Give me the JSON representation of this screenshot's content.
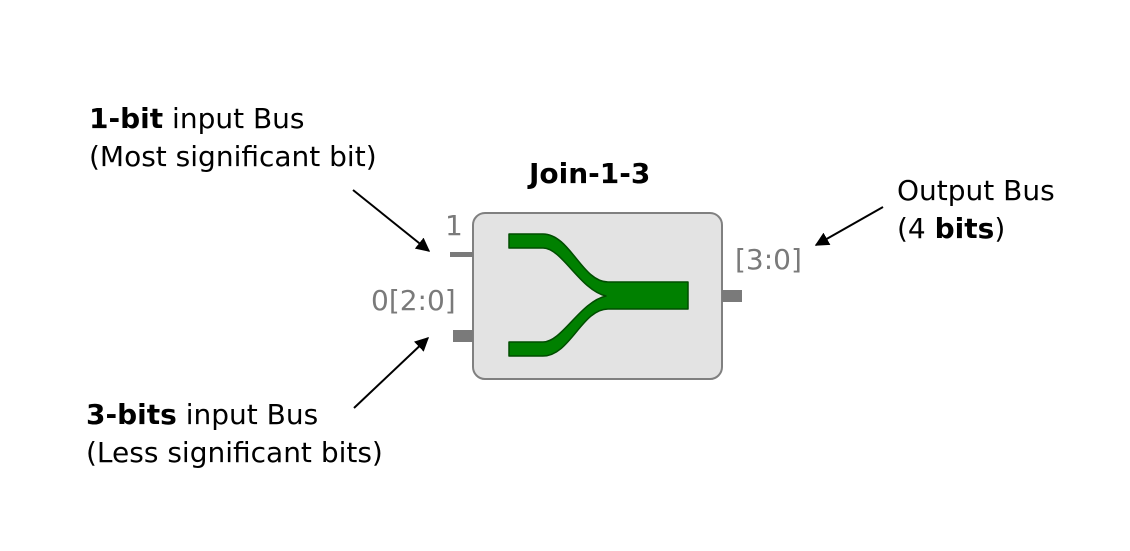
{
  "block": {
    "title": "Join-1-3",
    "port_msb": "1",
    "port_lsb": "0[2:0]",
    "port_out": "[3:0]"
  },
  "annotations": {
    "msb": {
      "line1_bold": "1-bit",
      "line1_rest": " input Bus",
      "line2": "(Most significant bit)"
    },
    "lsb": {
      "line1_bold": "3-bits",
      "line1_rest": " input Bus",
      "line2": "(Less significant bits)"
    },
    "out": {
      "line1": "Output Bus",
      "line2_pre": "(4 ",
      "line2_bold": "bits",
      "line2_post": ")"
    }
  },
  "colors": {
    "block_fill": "#e3e3e3",
    "block_stroke": "#808080",
    "icon_fill": "#008000",
    "icon_stroke": "#004d00",
    "port_color": "#7a7a7a",
    "arrow": "#000000"
  }
}
